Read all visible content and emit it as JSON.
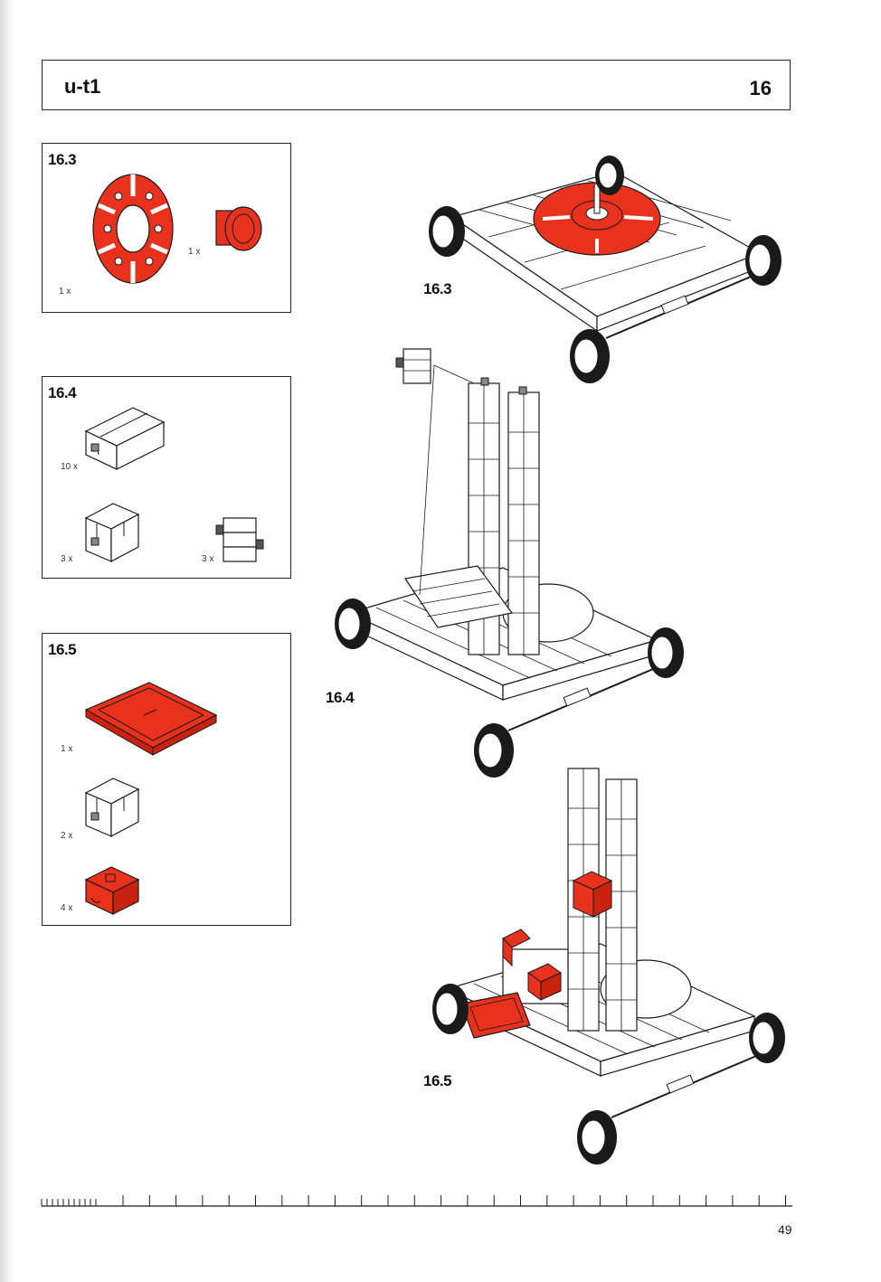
{
  "header": {
    "model": "u-t1",
    "number": "16"
  },
  "parts_lists": [
    {
      "title": "16.3",
      "items": [
        {
          "part": "red-turntable-disc",
          "qty": "1 x"
        },
        {
          "part": "red-hub",
          "qty": "1 x"
        }
      ]
    },
    {
      "title": "16.4",
      "items": [
        {
          "part": "white-building-block-30",
          "qty": "10 x"
        },
        {
          "part": "white-building-block-15",
          "qty": "3 x"
        },
        {
          "part": "white-block-with-bolt",
          "qty": "3 x"
        }
      ]
    },
    {
      "title": "16.5",
      "items": [
        {
          "part": "red-base-plate",
          "qty": "1 x"
        },
        {
          "part": "white-building-block-15",
          "qty": "2 x"
        },
        {
          "part": "red-angle-block",
          "qty": "4 x"
        }
      ]
    }
  ],
  "steps": [
    {
      "label": "16.3"
    },
    {
      "label": "16.4"
    },
    {
      "label": "16.5"
    }
  ],
  "colors": {
    "accent_red": "#e8321e",
    "line": "#1a1a1a"
  },
  "page_number": "49"
}
